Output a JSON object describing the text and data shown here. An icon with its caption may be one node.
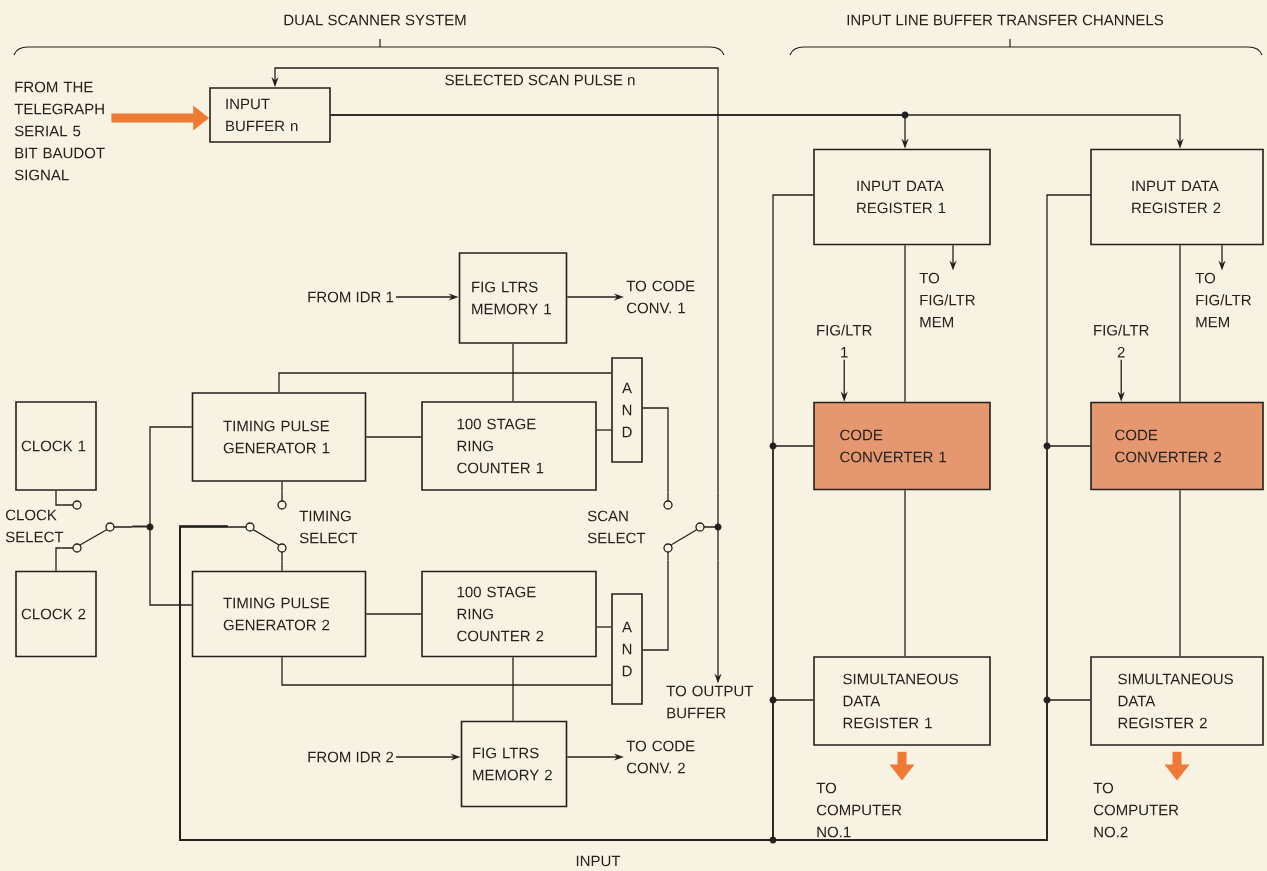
{
  "diagram": {
    "nodes": [
      {
        "text": [
          "INPUT BUFFER n"
        ]
      },
      {
        "text": [
          "INPUT DATA REGISTER 1"
        ]
      },
      {
        "text": [
          "INPUT DATA REGISTER 2"
        ]
      },
      {
        "text": [
          "FIG LTRS MEMORY 1"
        ]
      },
      {
        "text": [
          "CLOCK 1"
        ]
      },
      {
        "text": [
          "TIMING PULSE GENERATOR 1"
        ]
      },
      {
        "text": [
          "100 STAGE RING COUNTER 1"
        ]
      },
      {
        "text": [
          "AND"
        ]
      },
      {
        "text": [
          "CODE CONVERTER 1"
        ]
      },
      {
        "text": [
          "CODE CONVERTER 2"
        ]
      },
      {
        "text": [
          "CLOCK 2"
        ]
      },
      {
        "text": [
          "TIMING PULSE GENERATOR 2"
        ]
      },
      {
        "text": [
          "100 STAGE RING COUNTER 2"
        ]
      },
      {
        "text": [
          "AND"
        ]
      },
      {
        "text": [
          "SIMULTANEOUS DATA REGISTER 1"
        ]
      },
      {
        "text": [
          "SIMULTANEOUS DATA REGISTER 2"
        ]
      },
      {
        "text": [
          "FIG LTRS MEMORY 2"
        ]
      },
      {
        "text": [
          "FROM THE TELEGRAPH SERIAL 5 BIT BAUDOT SIGNAL"
        ]
      },
      {
        "text": [
          "FROM IDR 1"
        ]
      },
      {
        "text": [
          "TO CODE CONV. 1"
        ]
      },
      {
        "text": [
          "TO FIG/LTR MEM"
        ]
      },
      {
        "text": [
          "FIG/LTR 1"
        ]
      },
      {
        "text": [
          "TO FIG/LTR MEM"
        ]
      },
      {
        "text": [
          "FIG/LTR 2"
        ]
      },
      {
        "text": [
          "FROM IDR 2"
        ]
      },
      {
        "text": [
          "TO CODE CONV. 2"
        ]
      },
      {
        "text": [
          "TO OUTPUT BUFFER"
        ]
      },
      {
        "text": [
          "TO COMPUTER NO.1"
        ]
      },
      {
        "text": [
          "TO COMPUTER NO.2"
        ]
      },
      {
        "text": [],
        "shape": "switch",
        "beside": [
          "CLOCK SELECT"
        ]
      },
      {
        "text": [],
        "shape": "switch",
        "beside": [
          "TIMING SELECT"
        ]
      },
      {
        "text": [],
        "shape": "switch",
        "beside": [
          "SCAN SELECT"
        ]
      }
    ],
    "edges": [
      {
        "from": 17,
        "to": 0,
        "arrow": "to",
        "style": "thick",
        "color": "#ef7a35"
      },
      {
        "from": 0,
        "to": 1,
        "arrow": "to"
      },
      {
        "from": 0,
        "to": 2,
        "arrow": "to"
      },
      {
        "from": 31,
        "to": 0,
        "arrow": "to",
        "label": "SELECTED SCAN PULSE n"
      },
      {
        "from": 31,
        "to": 26,
        "arrow": "to"
      },
      {
        "from": 18,
        "to": 3,
        "arrow": "to"
      },
      {
        "from": 3,
        "to": 19,
        "arrow": "to"
      },
      {
        "from": 3,
        "to": 6,
        "arrow": "none"
      },
      {
        "from": 5,
        "to": 7,
        "arrow": "none"
      },
      {
        "from": 5,
        "to": 6,
        "arrow": "none"
      },
      {
        "from": 6,
        "to": 7,
        "arrow": "none"
      },
      {
        "from": 7,
        "to": 31,
        "arrow": "none"
      },
      {
        "from": 4,
        "to": 29,
        "arrow": "none"
      },
      {
        "from": 10,
        "to": 29,
        "arrow": "none"
      },
      {
        "from": 29,
        "to": 5,
        "arrow": "none"
      },
      {
        "from": 29,
        "to": 11,
        "arrow": "none"
      },
      {
        "from": 5,
        "to": 30,
        "arrow": "none"
      },
      {
        "from": 11,
        "to": 30,
        "arrow": "none"
      },
      {
        "from": 11,
        "to": 12,
        "arrow": "none"
      },
      {
        "from": 12,
        "to": 13,
        "arrow": "none"
      },
      {
        "from": 11,
        "to": 13,
        "arrow": "none"
      },
      {
        "from": 12,
        "to": 16,
        "arrow": "none"
      },
      {
        "from": 13,
        "to": 31,
        "arrow": "none"
      },
      {
        "from": 24,
        "to": 16,
        "arrow": "to"
      },
      {
        "from": 16,
        "to": 25,
        "arrow": "to"
      },
      {
        "from": 30,
        "to": 1,
        "arrow": "none"
      },
      {
        "from": 30,
        "to": 8,
        "arrow": "none"
      },
      {
        "from": 30,
        "to": 14,
        "arrow": "none"
      },
      {
        "from": 30,
        "to": 2,
        "arrow": "none"
      },
      {
        "from": 30,
        "to": 9,
        "arrow": "none"
      },
      {
        "from": 30,
        "to": 15,
        "arrow": "none"
      },
      {
        "from": 1,
        "to": 8,
        "arrow": "none"
      },
      {
        "from": 1,
        "to": 20,
        "arrow": "to"
      },
      {
        "from": 21,
        "to": 8,
        "arrow": "to"
      },
      {
        "from": 8,
        "to": 14,
        "arrow": "none"
      },
      {
        "from": 14,
        "to": 27,
        "arrow": "to",
        "style": "thick",
        "color": "#ef7a35"
      },
      {
        "from": 2,
        "to": 9,
        "arrow": "none"
      },
      {
        "from": 2,
        "to": 22,
        "arrow": "to"
      },
      {
        "from": 23,
        "to": 9,
        "arrow": "to"
      },
      {
        "from": 9,
        "to": 15,
        "arrow": "none"
      },
      {
        "from": 15,
        "to": 28,
        "arrow": "to",
        "style": "thick",
        "color": "#ef7a35"
      }
    ],
    "labels": [
      "DUAL SCANNER SYSTEM",
      "INPUT LINE BUFFER TRANSFER CHANNELS",
      "INPUT"
    ]
  }
}
